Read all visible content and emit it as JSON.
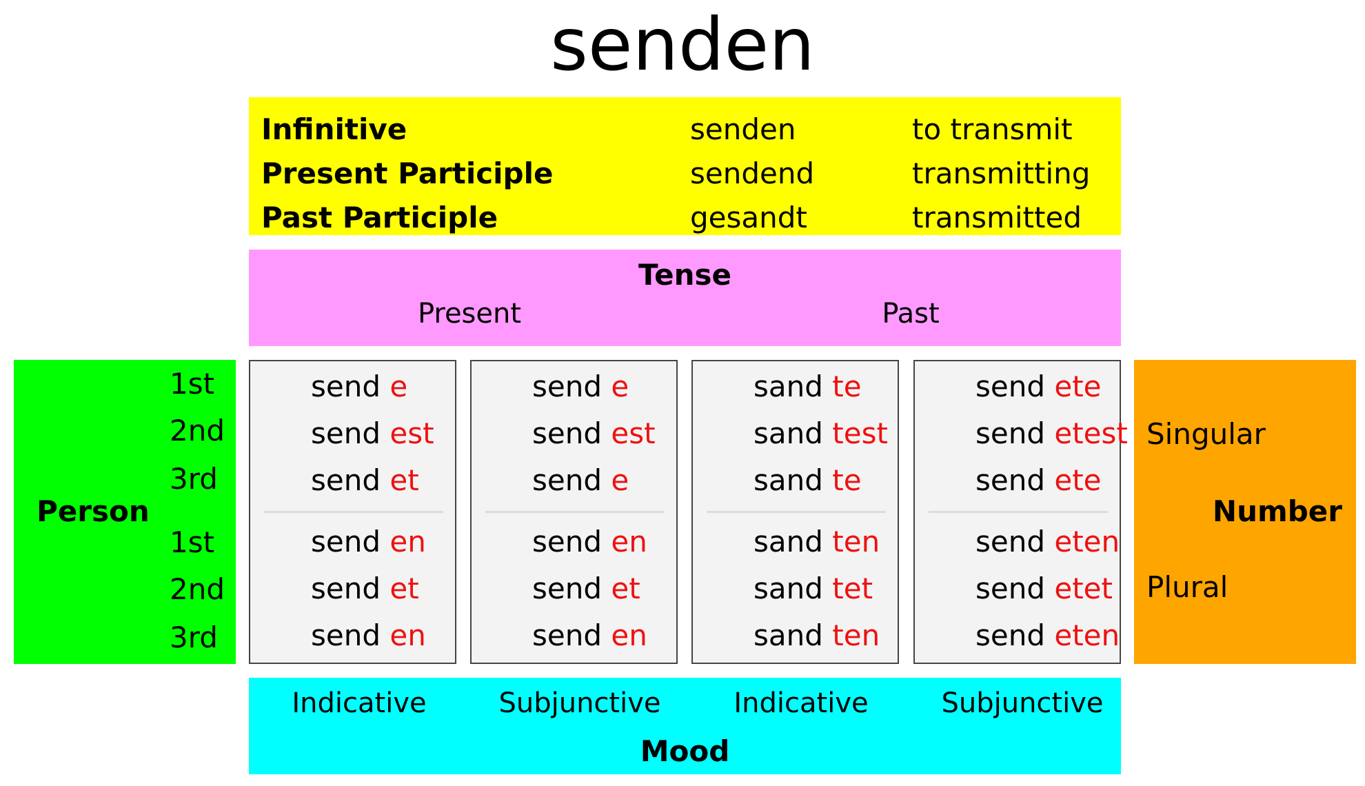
{
  "title": "senden",
  "colors": {
    "yellow": "#ffff00",
    "pink": "#ff99ff",
    "green": "#00ff00",
    "orange": "#ffa500",
    "cyan": "#00ffff",
    "red": "#ee1111"
  },
  "forms": [
    {
      "label": "Infinitive",
      "german": "senden",
      "english": "to transmit"
    },
    {
      "label": "Present Participle",
      "german": "sendend",
      "english": "transmitting"
    },
    {
      "label": "Past Participle",
      "german": "gesandt",
      "english": "transmitted"
    }
  ],
  "tense": {
    "label": "Tense",
    "present": "Present",
    "past": "Past"
  },
  "person": {
    "label": "Person",
    "rows": [
      "1st",
      "2nd",
      "3rd",
      "1st",
      "2nd",
      "3rd"
    ]
  },
  "number": {
    "label": "Number",
    "singular": "Singular",
    "plural": "Plural"
  },
  "mood": {
    "label": "Mood",
    "columns": [
      "Indicative",
      "Subjunctive",
      "Indicative",
      "Subjunctive"
    ]
  },
  "conjugations": [
    {
      "stem": "send",
      "endings": [
        "e",
        "est",
        "et",
        "en",
        "et",
        "en"
      ]
    },
    {
      "stem": "send",
      "endings": [
        "e",
        "est",
        "e",
        "en",
        "et",
        "en"
      ]
    },
    {
      "stem": "sand",
      "endings": [
        "te",
        "test",
        "te",
        "ten",
        "tet",
        "ten"
      ]
    },
    {
      "stem": "send",
      "endings": [
        "ete",
        "etest",
        "ete",
        "eten",
        "etet",
        "eten"
      ]
    }
  ]
}
